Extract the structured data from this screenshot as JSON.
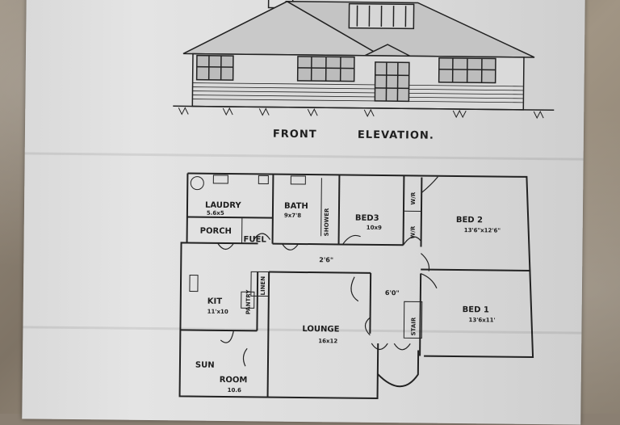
{
  "elevation": {
    "title_front": "FRONT",
    "title_elevation": "ELEVATION."
  },
  "rooms": {
    "laundry": {
      "name": "LAUDRY",
      "size": "5.6x5"
    },
    "bath": {
      "name": "BATH",
      "size": "9x7'8",
      "shower": "SHOWER"
    },
    "bed3": {
      "name": "BED3",
      "size": "10x9"
    },
    "bed2": {
      "name": "BED 2",
      "size": "13'6\"x12'6\""
    },
    "porch": {
      "name": "PORCH"
    },
    "fuel": {
      "name": "FUEL"
    },
    "kitchen": {
      "name": "KIT",
      "size": "11'x10"
    },
    "pantry": {
      "name": "PANTRY"
    },
    "linen": {
      "name": "LINEN"
    },
    "lounge": {
      "name": "LOUNGE",
      "size": "16x12"
    },
    "bed1": {
      "name": "BED 1",
      "size": "13'6x11'"
    },
    "sunroom": {
      "name": "SUN",
      "name2": "ROOM",
      "size": "10.6"
    },
    "wardrobe": "W/R",
    "stair": "STAIR"
  },
  "dimensions": {
    "hall_width": "2'6\"",
    "hall2_width": "6'0\""
  }
}
